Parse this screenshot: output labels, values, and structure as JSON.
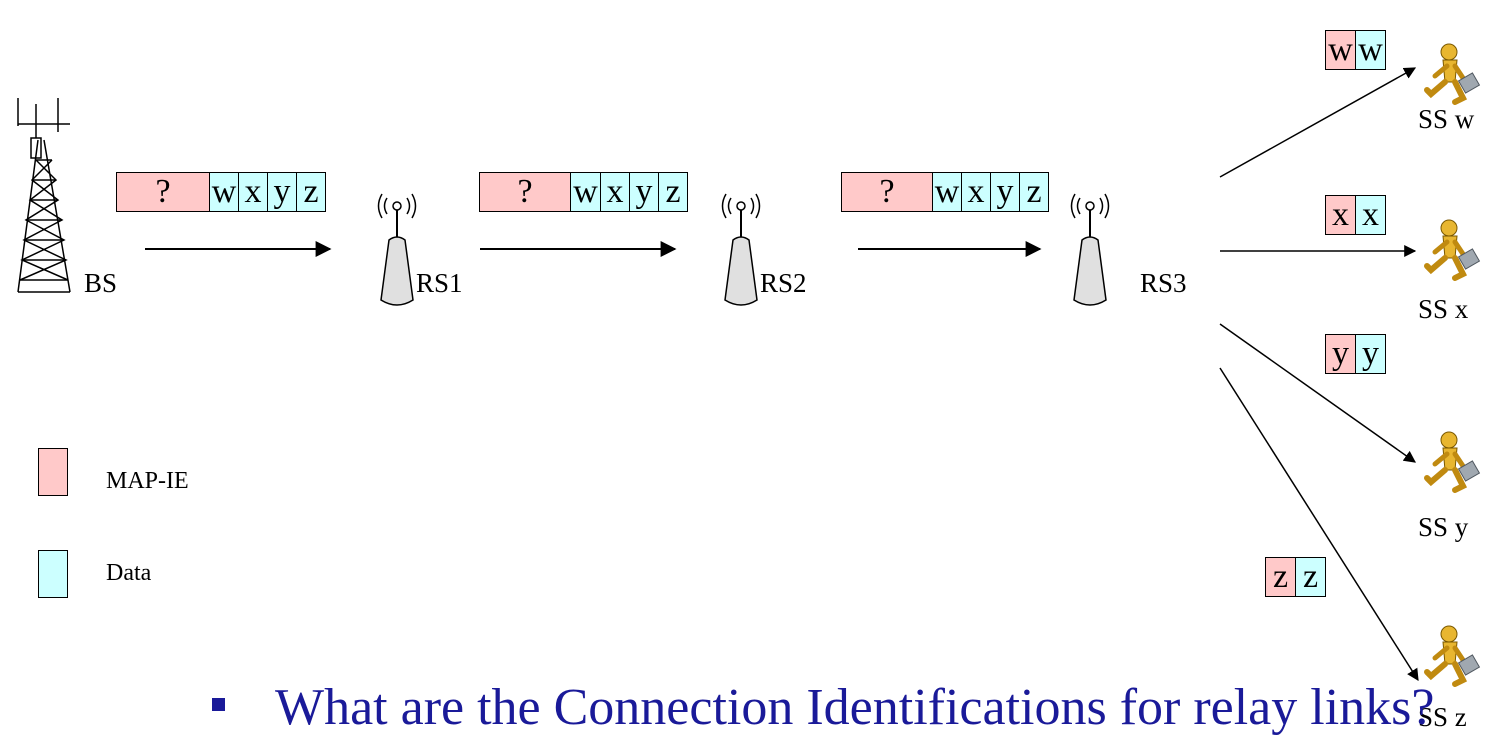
{
  "colors": {
    "map_ie": "#ffc9c9",
    "data": "#ccffff",
    "bullet_text": "#1a1a99"
  },
  "nodes": {
    "bs": "BS",
    "rs1": "RS1",
    "rs2": "RS2",
    "rs3": "RS3",
    "ss_w": "SS w",
    "ss_x": "SS x",
    "ss_y": "SS y",
    "ss_z": "SS z"
  },
  "relay_frame": {
    "map": "?",
    "data": [
      "w",
      "x",
      "y",
      "z"
    ]
  },
  "access_frames": {
    "w": {
      "map": "w",
      "data": "w"
    },
    "x": {
      "map": "x",
      "data": "x"
    },
    "y": {
      "map": "y",
      "data": "y"
    },
    "z": {
      "map": "z",
      "data": "z"
    }
  },
  "legend": {
    "map_ie": "MAP-IE",
    "data": "Data"
  },
  "question": "What are the Connection Identifications for relay links?",
  "icons": {
    "base_station": "cell-tower-icon",
    "relay": "antenna-icon",
    "subscriber": "walking-person-icon"
  }
}
